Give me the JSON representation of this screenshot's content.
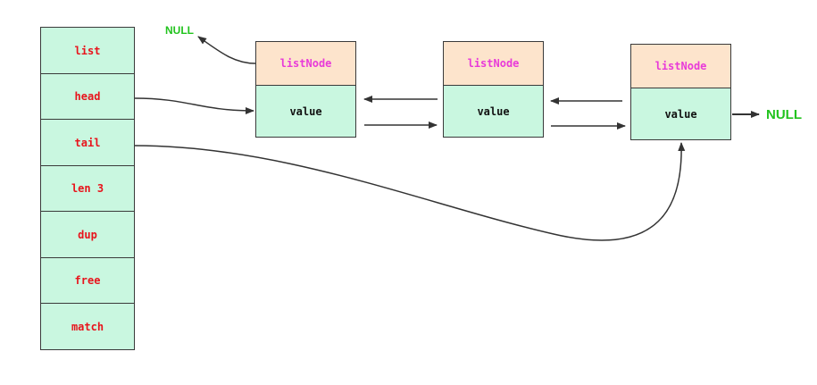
{
  "list": {
    "fields": [
      {
        "label": "list"
      },
      {
        "label": "head"
      },
      {
        "label": "tail"
      },
      {
        "label": "len 3"
      },
      {
        "label": "dup"
      },
      {
        "label": "free"
      },
      {
        "label": "match"
      }
    ]
  },
  "nodes": [
    {
      "title": "listNode",
      "value": "value"
    },
    {
      "title": "listNode",
      "value": "value"
    },
    {
      "title": "listNode",
      "value": "value"
    }
  ],
  "null_left": "NULL",
  "null_right": "NULL",
  "colors": {
    "field_text": "#e8141c",
    "node_title": "#e83ad9",
    "null_text": "#22c31e",
    "cell_fill": "#c9f7e0",
    "node_head_fill": "#fde4cc"
  }
}
